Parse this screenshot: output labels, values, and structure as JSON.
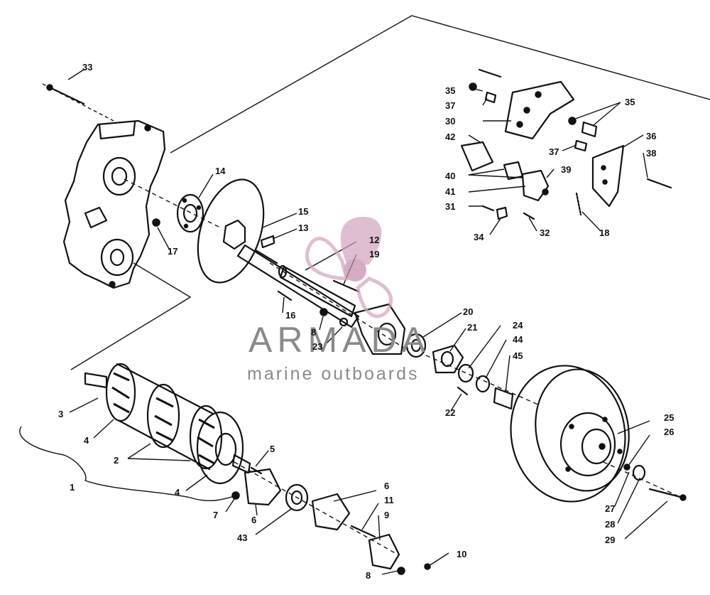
{
  "watermark": {
    "brand": "ARMADA",
    "tagline": "marine outboards",
    "colors": {
      "logo": "#d4a3bf",
      "logo_dark": "#c68aaa",
      "text": "#8a8a8a"
    }
  },
  "colors": {
    "ink": "#111111",
    "background": "#ffffff"
  },
  "callouts": [
    "33",
    "14",
    "15",
    "13",
    "17",
    "12",
    "19",
    "16",
    "8",
    "23",
    "20",
    "21",
    "24",
    "44",
    "45",
    "22",
    "3",
    "4",
    "2",
    "1",
    "4",
    "5",
    "7",
    "6",
    "43",
    "6",
    "11",
    "9",
    "10",
    "8",
    "25",
    "26",
    "27",
    "28",
    "29",
    "35",
    "37",
    "30",
    "35",
    "42",
    "37",
    "36",
    "38",
    "40",
    "39",
    "41",
    "31",
    "34",
    "32",
    "18"
  ]
}
